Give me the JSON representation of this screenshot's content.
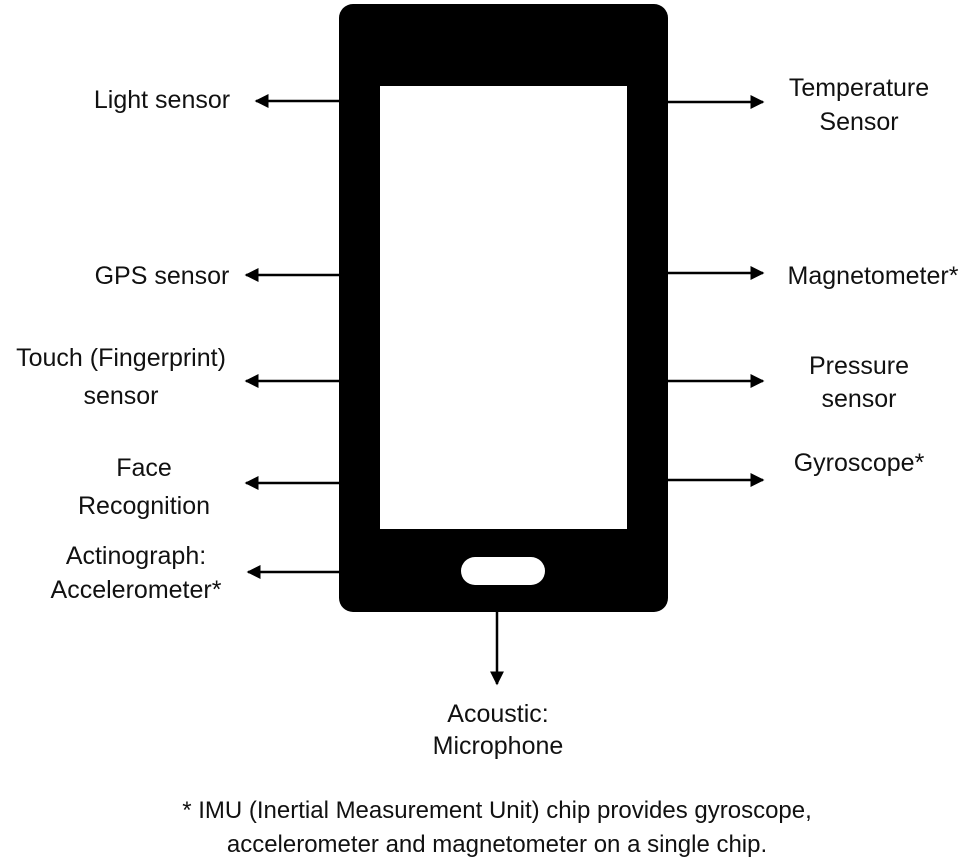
{
  "colors": {
    "phone_body": "#000000",
    "screen": "#ffffff",
    "arrow": "#000000",
    "text": "#111111"
  },
  "phone": {
    "home_button_icon": "home-button"
  },
  "sensors_left": [
    {
      "lines": [
        "Light sensor"
      ]
    },
    {
      "lines": [
        "GPS sensor"
      ]
    },
    {
      "lines": [
        "Touch (Fingerprint)",
        "sensor"
      ]
    },
    {
      "lines": [
        "Face",
        "Recognition"
      ]
    },
    {
      "lines": [
        "Actinograph:",
        "Accelerometer*"
      ]
    }
  ],
  "sensors_right": [
    {
      "lines": [
        "Temperature",
        "Sensor"
      ]
    },
    {
      "lines": [
        "Magnetometer*"
      ]
    },
    {
      "lines": [
        "Pressure",
        "sensor"
      ]
    },
    {
      "lines": [
        "Gyroscope*"
      ]
    }
  ],
  "sensor_bottom": {
    "lines": [
      "Acoustic:",
      "Microphone"
    ]
  },
  "footnote": {
    "line1": "* IMU (Inertial Measurement Unit) chip provides gyroscope,",
    "line2": "accelerometer and magnetometer on a single chip."
  }
}
